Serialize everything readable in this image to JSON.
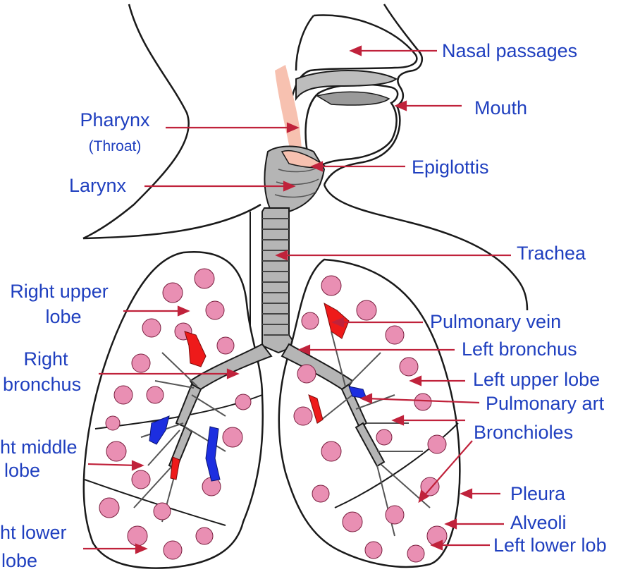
{
  "colors": {
    "label": "#1f3fbf",
    "pointer": "#c0223b",
    "outline": "#1a1a1a",
    "alveoli": "#e98fb3",
    "airway": "#b5b5b5",
    "artery": "#1c2ee0",
    "vein": "#ee1a1a",
    "pharynx_fill": "#f7c1b0"
  },
  "labels": {
    "nasal_passages": "Nasal passages",
    "mouth": "Mouth",
    "pharynx": "Pharynx",
    "throat": "(Throat)",
    "epiglottis": "Epiglottis",
    "larynx": "Larynx",
    "trachea": "Trachea",
    "right_upper_lobe_1": "Right upper",
    "right_upper_lobe_2": "lobe",
    "pulmonary_vein": "Pulmonary vein",
    "left_bronchus": "Left bronchus",
    "right_bronchus_1": "Right",
    "right_bronchus_2": "bronchus",
    "left_upper_lobe": "Left upper lobe",
    "pulmonary_art": "Pulmonary art",
    "bronchioles": "Bronchioles",
    "right_middle_lobe_1": "ht middle",
    "right_middle_lobe_2": "lobe",
    "pleura": "Pleura",
    "alveoli": "Alveoli",
    "right_lower_lobe_1": "ht lower",
    "right_lower_lobe_2": "lobe",
    "left_lower_lobe": "Left lower lob"
  }
}
